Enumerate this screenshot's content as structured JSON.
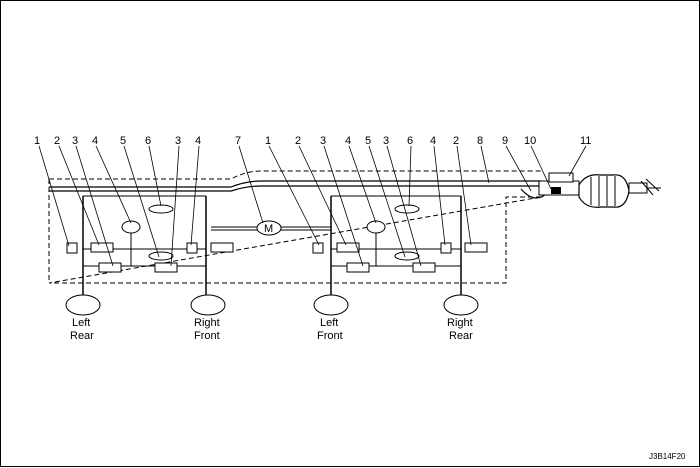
{
  "callouts": [
    "1",
    "2",
    "3",
    "4",
    "5",
    "6",
    "3",
    "4",
    "7",
    "1",
    "2",
    "3",
    "4",
    "5",
    "3",
    "6",
    "4",
    "2",
    "8",
    "9",
    "10",
    "11"
  ],
  "wheels": [
    {
      "line1": "Left",
      "line2": "Rear"
    },
    {
      "line1": "Right",
      "line2": "Front"
    },
    {
      "line1": "Left",
      "line2": "Front"
    },
    {
      "line1": "Right",
      "line2": "Rear"
    }
  ],
  "motor_label": "M",
  "figure_code": "J3B14F20"
}
